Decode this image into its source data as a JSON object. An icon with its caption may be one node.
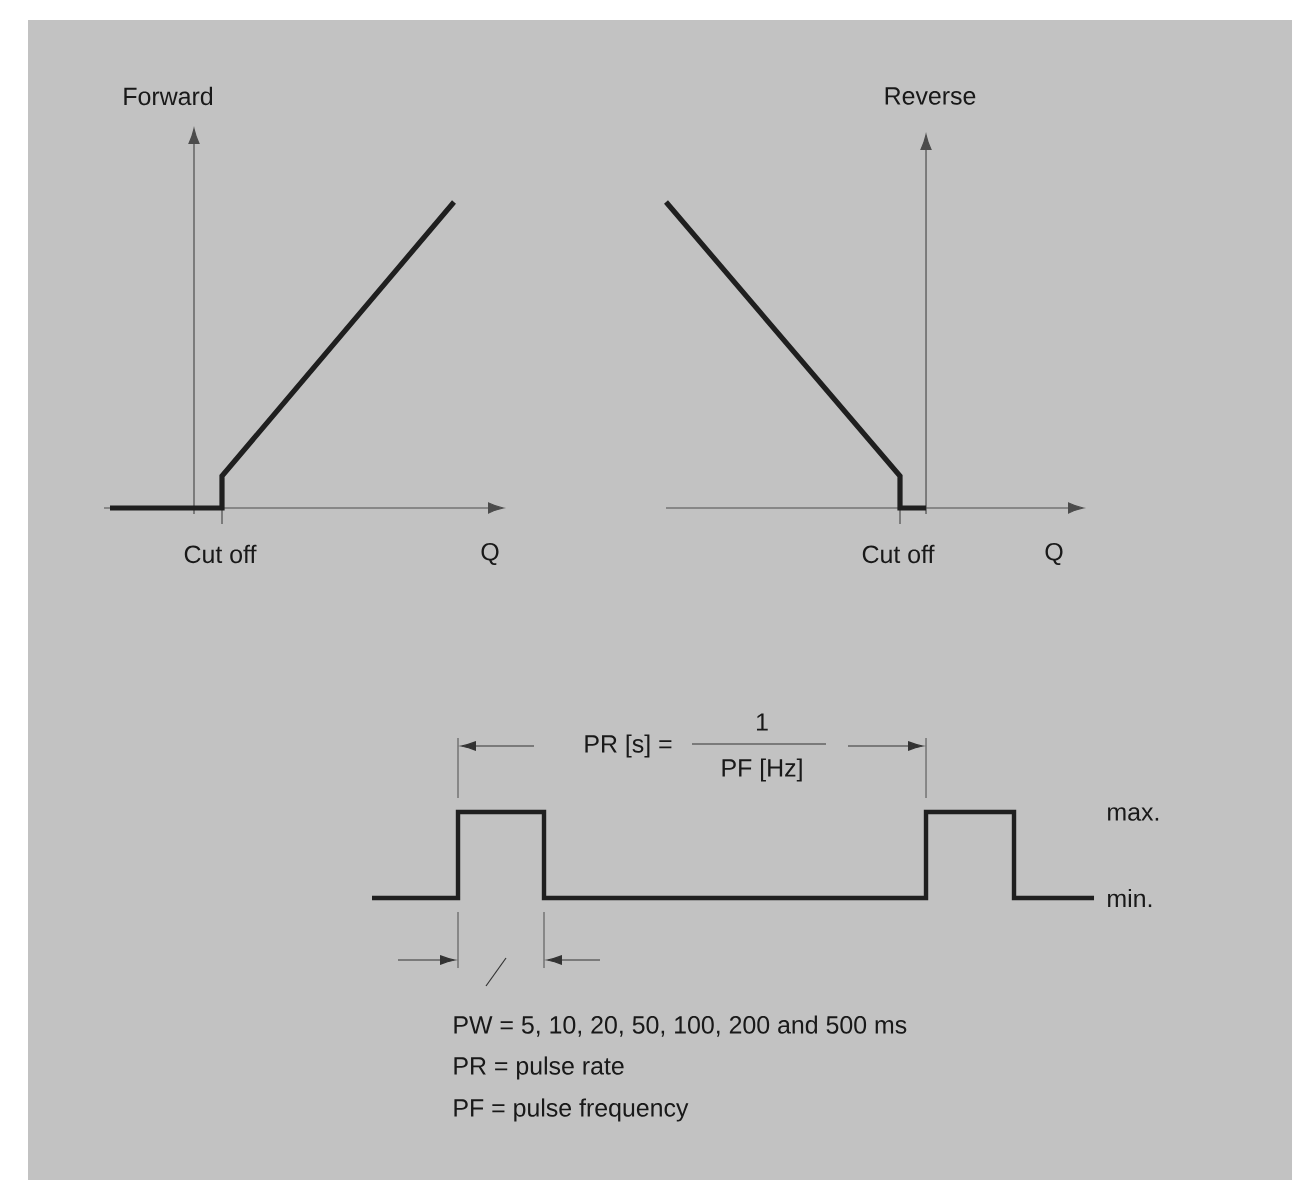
{
  "diagram": {
    "labels": [
      "Forward",
      "Reverse",
      "Cut off",
      "Q",
      "Cut off",
      "Q",
      "PR [s] =",
      "1",
      "PF [Hz]",
      "max.",
      "min.",
      "PW = 5, 10, 20, 50, 100, 200 and 500 ms",
      "PR = pulse rate",
      "PF = pulse frequency"
    ]
  }
}
